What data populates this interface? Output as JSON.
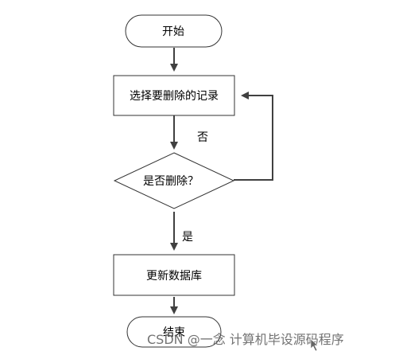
{
  "nodes": {
    "start": {
      "label": "开始",
      "shape": "terminal"
    },
    "select": {
      "label": "选择要删除的记录",
      "shape": "process"
    },
    "decision": {
      "label": "是否删除？",
      "shape": "decision"
    },
    "update": {
      "label": "更新数据库",
      "shape": "process"
    },
    "end": {
      "label": "结束",
      "shape": "terminal"
    }
  },
  "edges": {
    "start_to_select": {
      "label": ""
    },
    "select_to_decision": {
      "label": "否"
    },
    "decision_to_update": {
      "label": "是"
    },
    "update_to_end": {
      "label": ""
    },
    "decision_to_select_loop": {
      "label": ""
    }
  },
  "watermark": {
    "text": "CSDN @一念 计算机毕设源码程序"
  },
  "colors": {
    "stroke": "#333333",
    "edge": "#404040",
    "fill": "#ffffff",
    "watermark": "#5a5a5a"
  }
}
